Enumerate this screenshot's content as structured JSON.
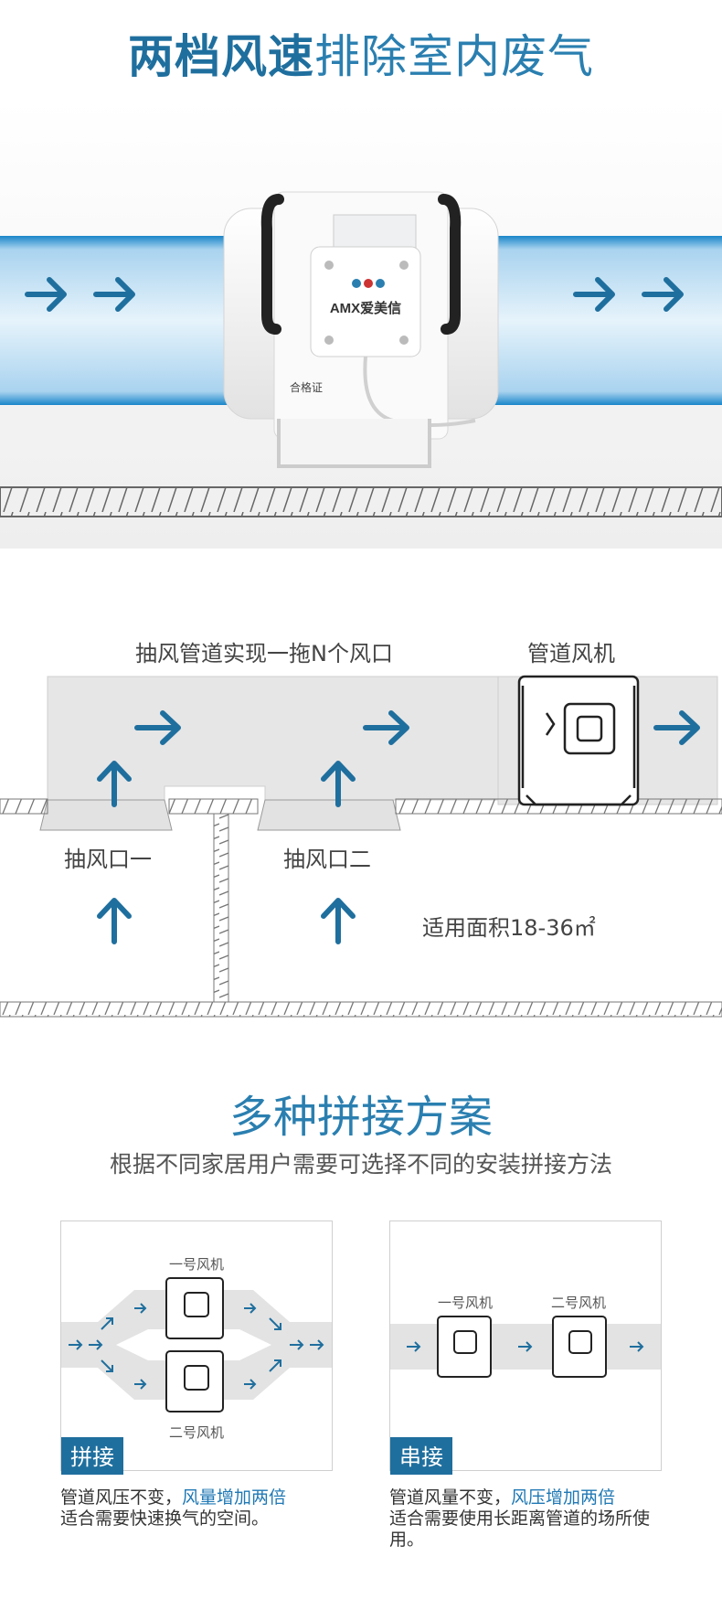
{
  "hero": {
    "title_bold": "两档风速",
    "title_light": "排除室内废气",
    "product_brand": "AMX爱美信",
    "certificate_text": "合格证"
  },
  "diagram": {
    "duct_label": "抽风管道实现一拖N个风口",
    "fan_label": "管道风机",
    "inlet1_label": "抽风口一",
    "inlet2_label": "抽风口二",
    "area_label": "适用面积18-36㎡"
  },
  "schemes": {
    "title": "多种拼接方案",
    "subtitle": "根据不同家居用户需要可选择不同的安装拼接方法",
    "parallel": {
      "fan1": "一号风机",
      "fan2": "二号风机",
      "tag": "拼接",
      "line1_plain": "管道风压不变，",
      "line1_highlight": "风量增加两倍",
      "line2": "适合需要快速换气的空间。"
    },
    "series": {
      "fan1": "一号风机",
      "fan2": "二号风机",
      "tag": "串接",
      "line1_plain": "管道风量不变，",
      "line1_highlight": "风压增加两倍",
      "line2": "适合需要使用长距离管道的场所使用。"
    }
  },
  "colors": {
    "brand_blue": "#1f6f9e",
    "arrow_blue": "#1f6f9e",
    "duct_gray": "#e6e6e6"
  }
}
